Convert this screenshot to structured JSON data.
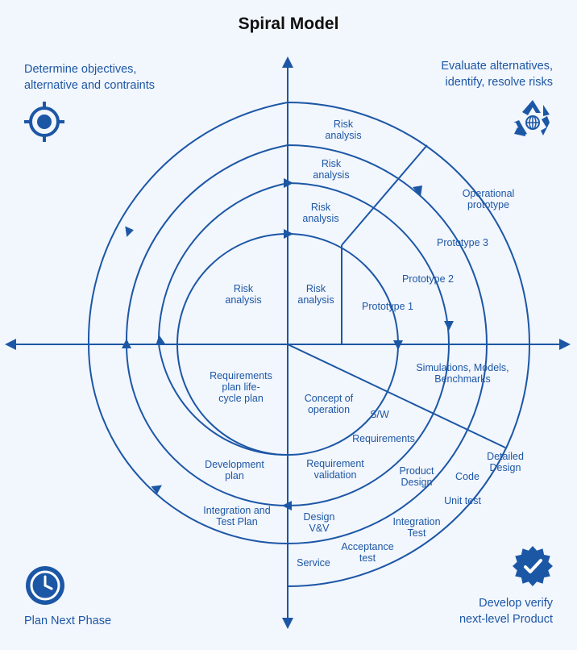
{
  "title": "Spiral Model",
  "corners": {
    "top_left": {
      "line1": "Determine objectives,",
      "line2": "alternative and contraints",
      "icon": "target-icon"
    },
    "top_right": {
      "line1": "Evaluate alternatives,",
      "line2": "identify, resolve risks",
      "icon": "recycle-globe-icon"
    },
    "bottom_left": {
      "line1": "Plan Next Phase",
      "icon": "clock-icon"
    },
    "bottom_right": {
      "line1": "Develop verify",
      "line2": "next-level Product",
      "icon": "verified-badge-icon"
    }
  },
  "labels": {
    "risk1": [
      "Risk",
      "analysis"
    ],
    "risk2": [
      "Risk",
      "analysis"
    ],
    "risk3": [
      "Risk",
      "analysis"
    ],
    "risk4": [
      "Risk",
      "analysis"
    ],
    "risk5": [
      "Risk",
      "analysis"
    ],
    "operational_prototype": [
      "Operational",
      "prototype"
    ],
    "prototype3": [
      "Prototype 3"
    ],
    "prototype2": [
      "Prototype 2"
    ],
    "prototype1": [
      "Prototype 1"
    ],
    "simulations": [
      "Simulations, Models,",
      "Benchmarks"
    ],
    "requirements_plan": [
      "Requirements",
      "plan life-",
      "cycle plan"
    ],
    "concept": [
      "Concept of",
      "operation"
    ],
    "sw": [
      "S/W"
    ],
    "requirements": [
      "Requirements"
    ],
    "development_plan": [
      "Development",
      "plan"
    ],
    "requirement_validation": [
      "Requirement",
      "validation"
    ],
    "product_design": [
      "Product",
      "Design"
    ],
    "code": [
      "Code"
    ],
    "detailed_design": [
      "Detailed",
      "Design"
    ],
    "unit_test": [
      "Unit test"
    ],
    "integration_test_plan": [
      "Integration and",
      "Test Plan"
    ],
    "design_vv": [
      "Design",
      "V&V"
    ],
    "integration_test": [
      "Integration",
      "Test"
    ],
    "acceptance_test": [
      "Acceptance",
      "test"
    ],
    "service": [
      "Service"
    ]
  },
  "colors": {
    "primary": "#1c57a5",
    "background": "#f2f6fd",
    "title": "#111111"
  }
}
